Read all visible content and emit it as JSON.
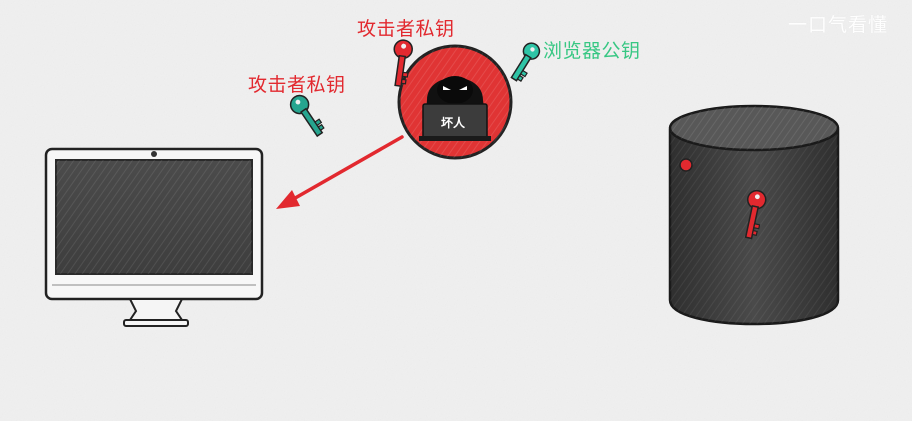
{
  "labels": {
    "attacker_private_key_top": "攻击者私钥",
    "attacker_private_key_left": "攻击者私钥",
    "browser_public_key": "浏览器公钥",
    "bad_actor": "坏人"
  },
  "watermark": "一口气看懂",
  "colors": {
    "red": "#e2292f",
    "teal": "#2bb39b",
    "green": "#37c783",
    "dark": "#3a3a3a"
  },
  "icons": {
    "hacker": "hooded-hacker-icon",
    "monitor": "monitor-icon",
    "server": "server-cylinder-icon",
    "key": "key-icon"
  }
}
